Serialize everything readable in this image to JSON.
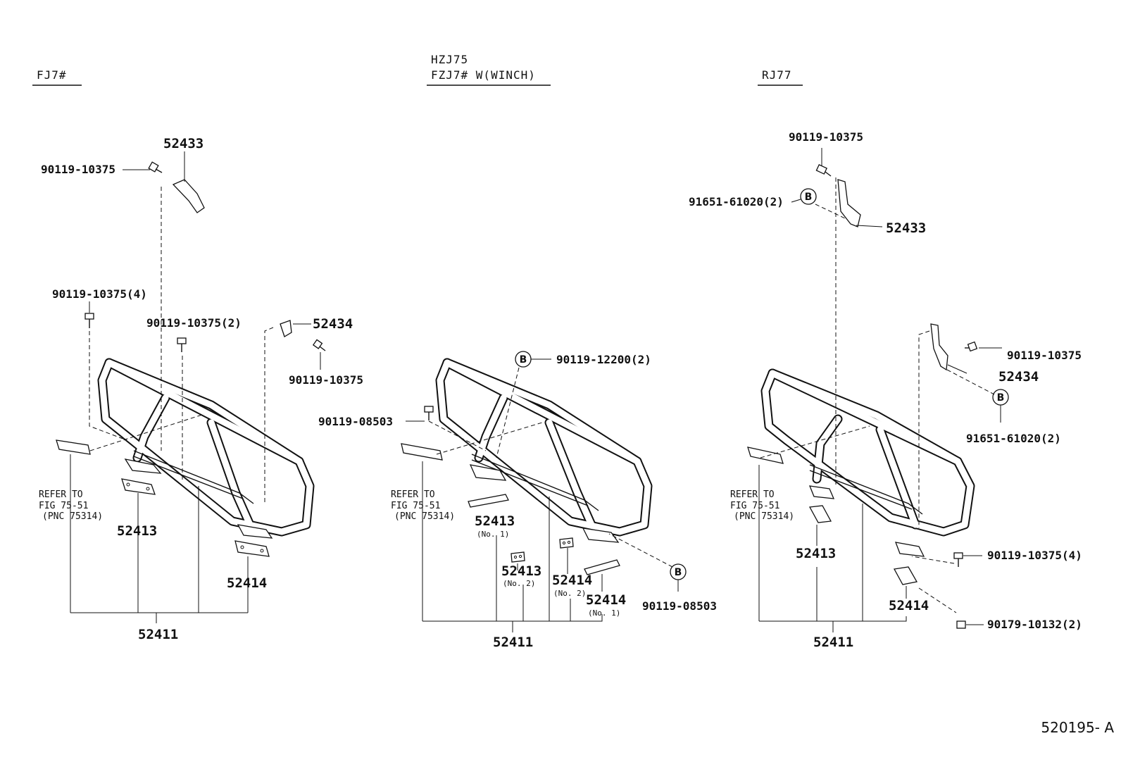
{
  "headers": {
    "left": "FJ7#",
    "middle_line1": "HZJ75",
    "middle_line2": "FZJ7# W(WINCH)",
    "right": "RJ77"
  },
  "left": {
    "p52433": "52433",
    "bolt_top": "90119-10375",
    "bolt4": "90119-10375(4)",
    "bolt2": "90119-10375(2)",
    "p52434": "52434",
    "bolt_r": "90119-10375",
    "refer1": "REFER TO",
    "refer2": "FIG 75-51",
    "refer3": "(PNC 75314)",
    "p52413": "52413",
    "p52414": "52414",
    "p52411": "52411"
  },
  "middle": {
    "circle_top": "90119-12200(2)",
    "bolt_l": "90119-08503",
    "refer1": "REFER TO",
    "refer2": "FIG 75-51",
    "refer3": "(PNC 75314)",
    "p52413_1": "52413",
    "no1_a": "(No. 1)",
    "p52413_2": "52413",
    "no2_a": "(No. 2)",
    "p52414_2": "52414",
    "no2_b": "(No. 2)",
    "p52414_1": "52414",
    "no1_b": "(No. 1)",
    "circle_bottom": "90119-08503",
    "p52411": "52411",
    "circle_letter": "B"
  },
  "right": {
    "bolt_top": "90119-10375",
    "circle_left": "91651-61020(2)",
    "p52433": "52433",
    "bolt_r": "90119-10375",
    "p52434": "52434",
    "circle_r": "91651-61020(2)",
    "refer1": "REFER TO",
    "refer2": "FIG 75-51",
    "refer3": "(PNC 75314)",
    "p52413": "52413",
    "bolt4": "90119-10375(4)",
    "p52414": "52414",
    "nut": "90179-10132(2)",
    "p52411": "52411",
    "circle_letter": "B"
  },
  "figure_code": "520195- A"
}
